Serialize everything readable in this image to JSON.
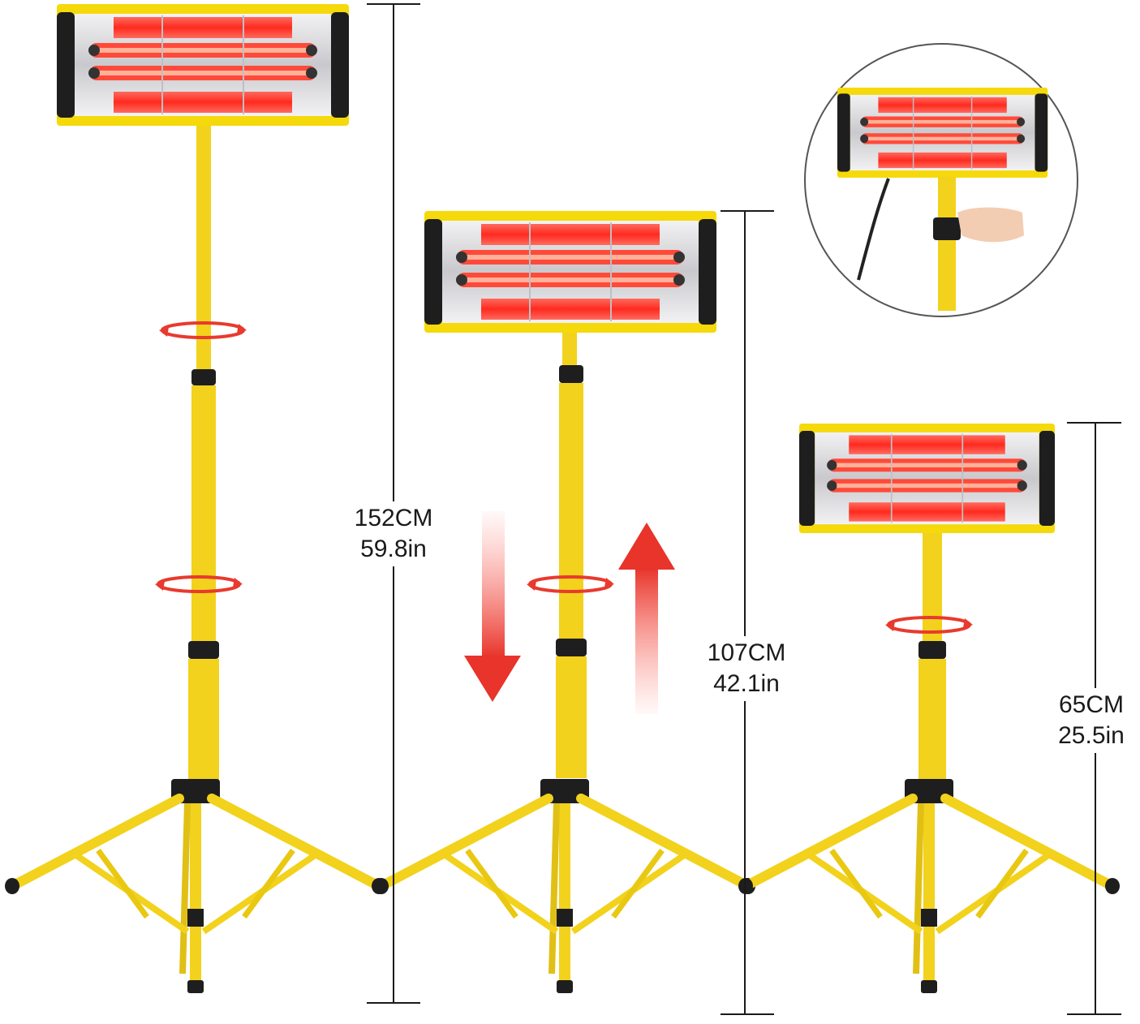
{
  "image": {
    "subject": "Telescopic infrared heater on yellow tripod stand shown at three heights",
    "colors": {
      "frame_yellow": "#f5d90a",
      "stand_yellow": "#f2d21c",
      "lamp_red": "#ff3b30",
      "housing_black": "#1e1e1e",
      "reflector_silver": "#d8d8dc"
    }
  },
  "dimensions": [
    {
      "id": "tall",
      "metric": "152CM",
      "imperial": "59.8in"
    },
    {
      "id": "mid",
      "metric": "107CM",
      "imperial": "42.1in"
    },
    {
      "id": "short",
      "metric": "65CM",
      "imperial": "25.5in"
    }
  ],
  "icons": {
    "rotate": "rotate-arrows-icon",
    "down": "arrow-down-icon",
    "up": "arrow-up-icon"
  }
}
